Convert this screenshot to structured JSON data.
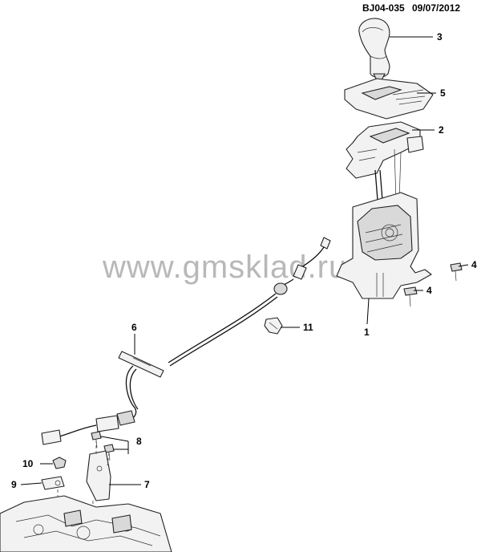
{
  "header": {
    "code": "BJ04-035",
    "date": "09/07/2012"
  },
  "watermark": "www.gmsklad.ru",
  "callouts": {
    "shift_knob": "3",
    "indicator_bezel": "5",
    "shifter_cover": "2",
    "bolt_right": "4",
    "bolt_lower": "4",
    "shifter_assembly": "1",
    "cable_clip": "11",
    "shift_cable": "6",
    "bracket_bolts": "8",
    "cable_bracket": "7",
    "nut": "10",
    "cable_end_clip": "9"
  }
}
